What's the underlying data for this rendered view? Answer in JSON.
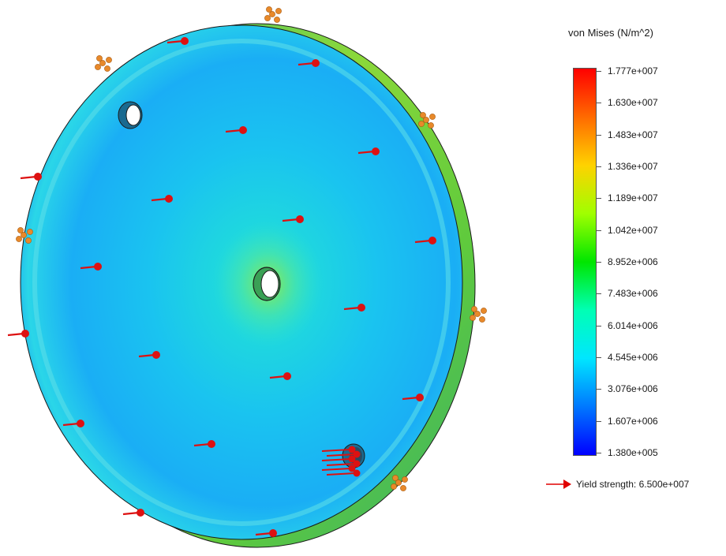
{
  "legend": {
    "title": "von Mises (N/m^2)",
    "ticks": [
      "1.777e+007",
      "1.630e+007",
      "1.483e+007",
      "1.336e+007",
      "1.189e+007",
      "1.042e+007",
      "8.952e+006",
      "7.483e+006",
      "6.014e+006",
      "4.545e+006",
      "3.076e+006",
      "1.607e+006",
      "1.380e+005"
    ],
    "colors": [
      "#ff0000",
      "#ff6a00",
      "#ffd200",
      "#a0ff00",
      "#00e600",
      "#00ffb4",
      "#00e6ff",
      "#0078ff",
      "#0000ff"
    ],
    "yield_text": "Yield strength: 6.500e+007",
    "yield_arrow_color": "#e00000"
  },
  "model": {
    "part_color": "#1ab4ff",
    "rim_color": "#6fcf3a",
    "load_arrow_color": "#dd1111",
    "fixture_color": "#e8892a"
  }
}
